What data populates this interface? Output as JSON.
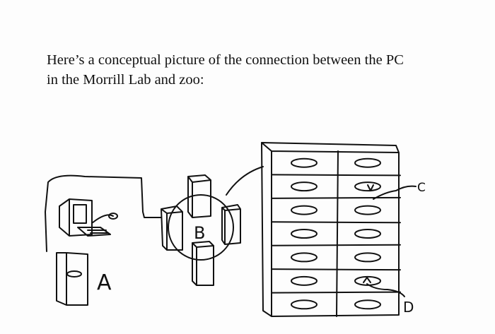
{
  "caption": {
    "line1": "Here’s a conceptual picture of the connection between the PC",
    "line2": "in the Morrill Lab and zoo:"
  },
  "diagram": {
    "labels": {
      "pc": "A",
      "network": "B",
      "disk_c": "C",
      "disk_d": "D"
    },
    "cabinet_rows": 7,
    "cabinet_columns": 2
  }
}
